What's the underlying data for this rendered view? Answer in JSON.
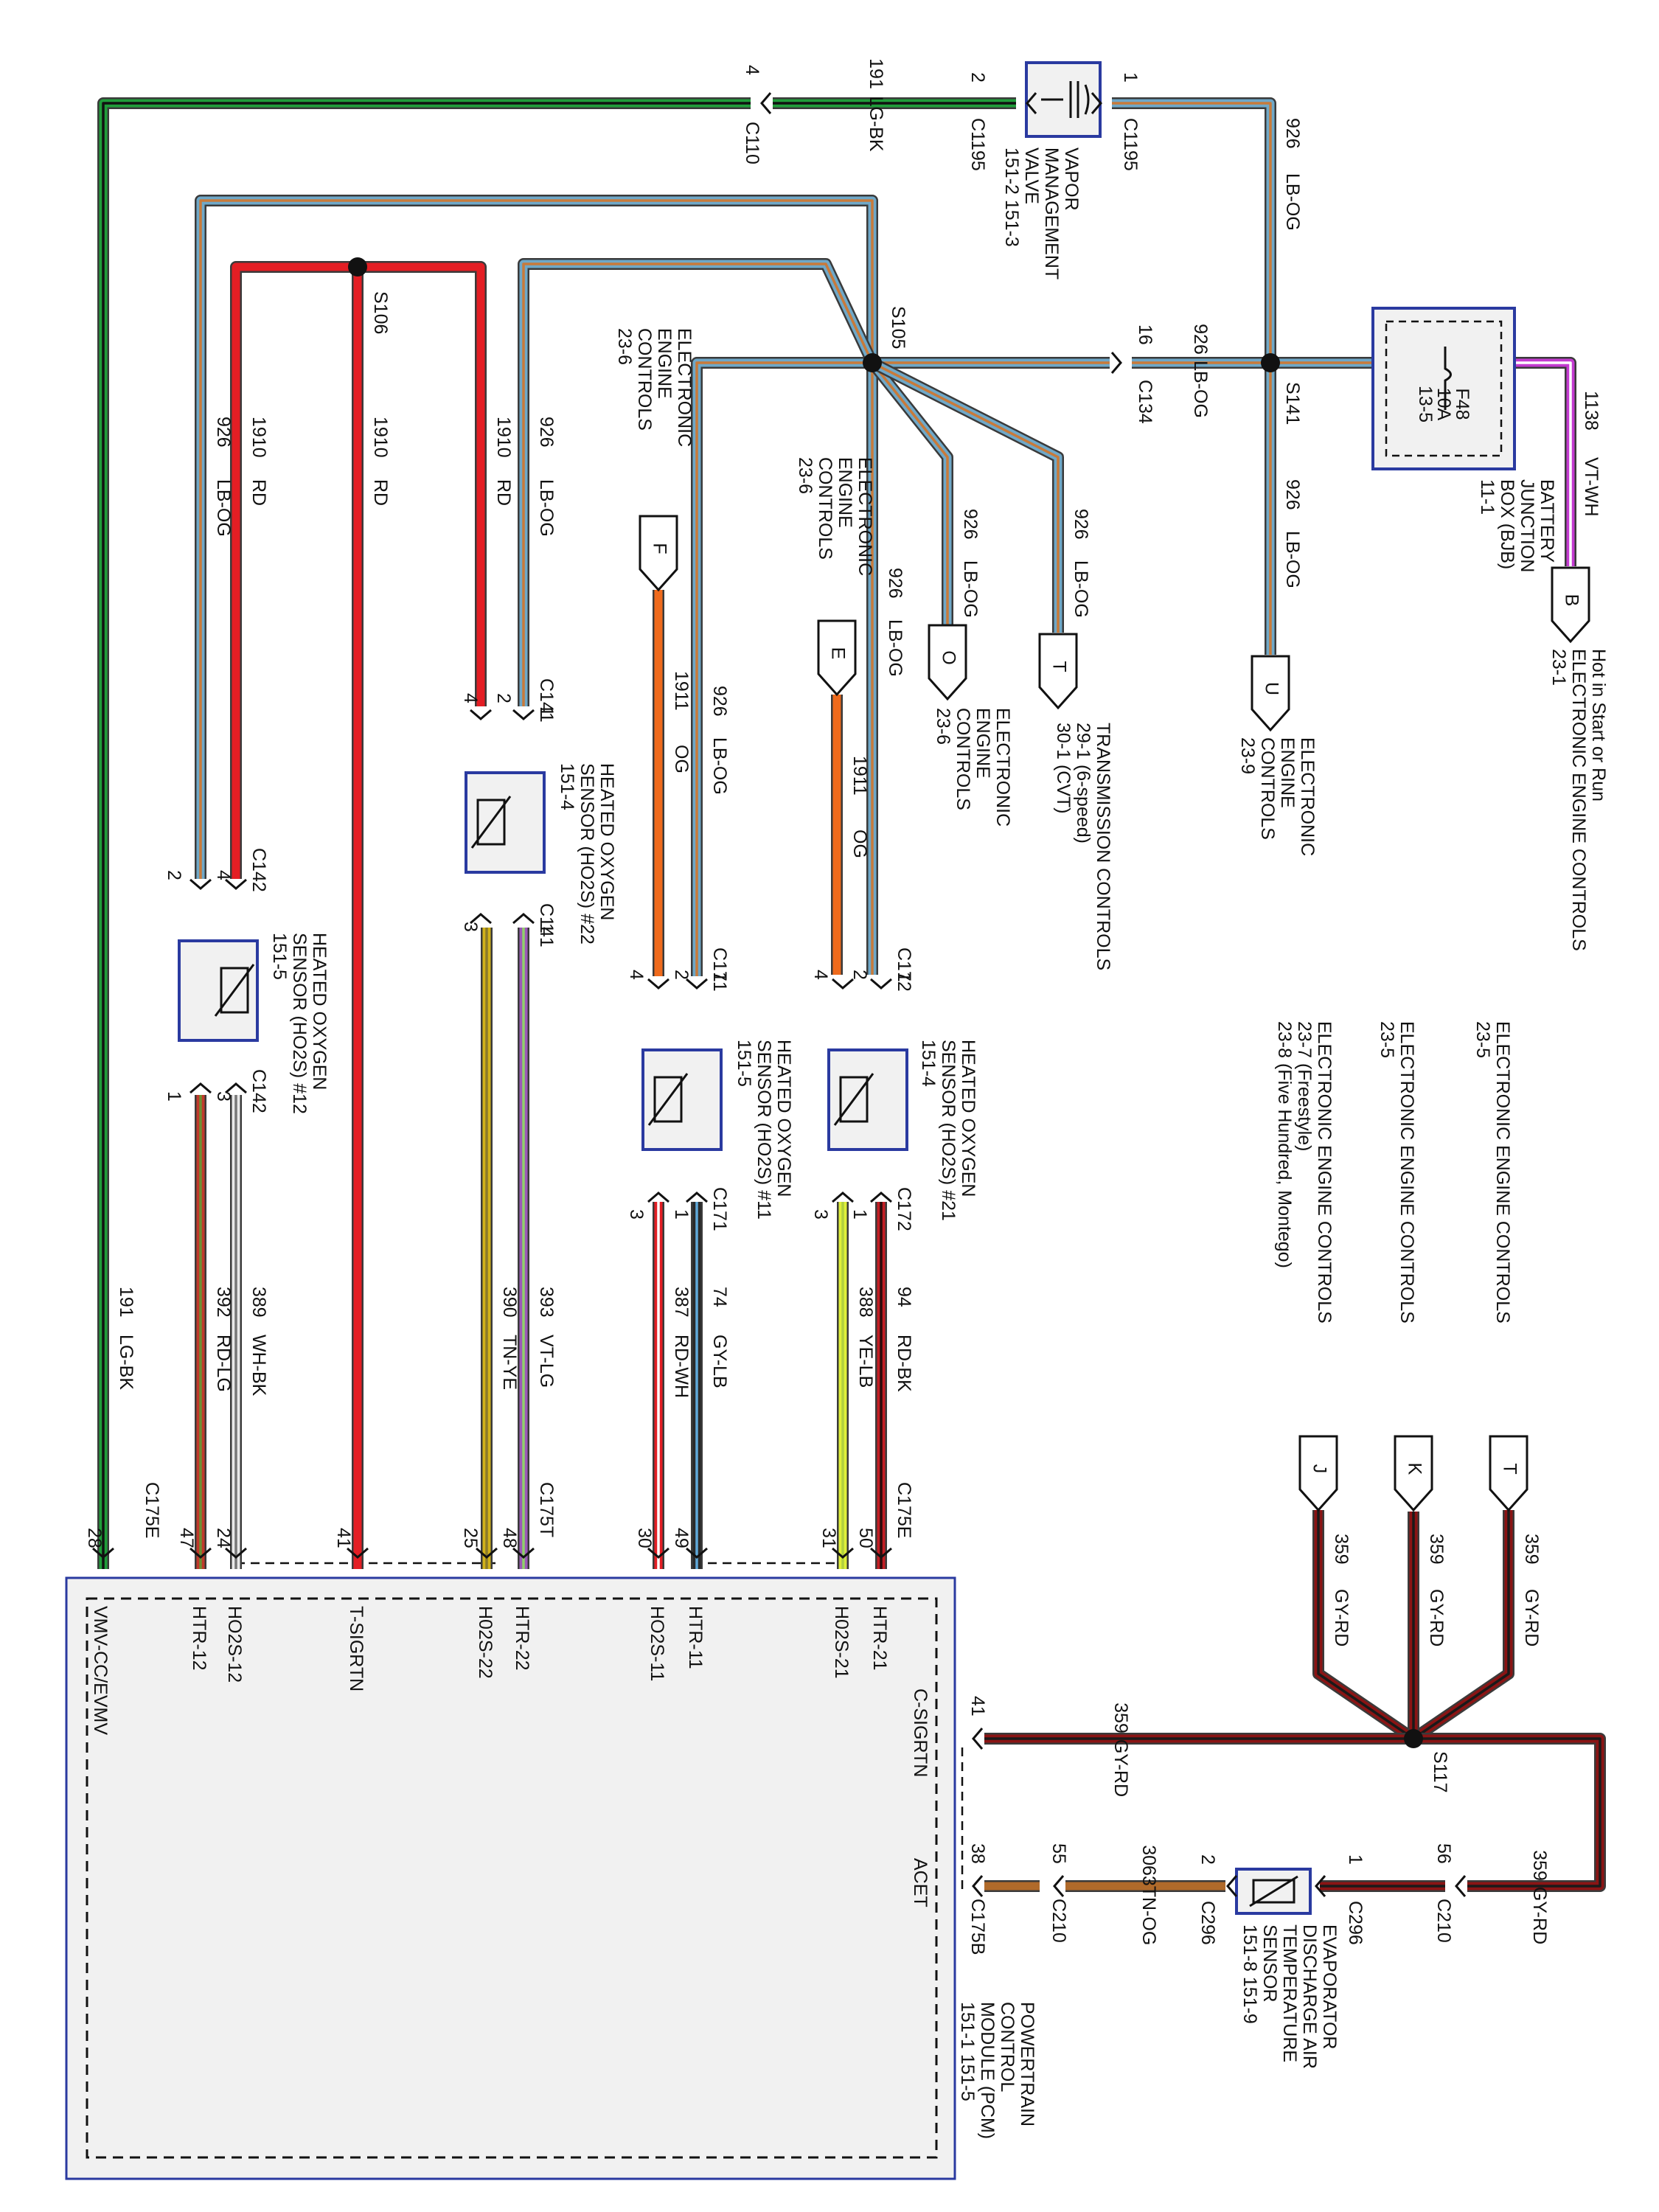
{
  "colors": {
    "LG-BK": [
      "#1f9d3a",
      "#111111"
    ],
    "LB-OG": [
      "#6fa8c8",
      "#c87a3a"
    ],
    "RD": [
      "#e31e24",
      "#e31e24"
    ],
    "OG": [
      "#ef6a1c",
      "#ef6a1c"
    ],
    "VT-WH": [
      "#c33bd0",
      "#ffffff"
    ],
    "GY-RD": [
      "#8a1414",
      "#1a1a1a"
    ],
    "TN-OG": [
      "#b06a2a",
      "#b06a2a"
    ],
    "RD-LG": [
      "#c0392b",
      "#6d8f33"
    ],
    "WH-BK": [
      "#e8e8e8",
      "#777777"
    ],
    "TN-YE": [
      "#d1b21a",
      "#8a7a2a"
    ],
    "VT-LG": [
      "#9b59b6",
      "#8fd06a"
    ],
    "RD-WH": [
      "#e31e24",
      "#ffffff"
    ],
    "GY-LB": [
      "#2a2a2a",
      "#5fa8d8"
    ],
    "YE-LB": [
      "#e0f03a",
      "#b0d040"
    ],
    "RD-BK": [
      "#c31e24",
      "#2a0a0a"
    ]
  },
  "components": {
    "vmv": {
      "l1": "VAPOR",
      "l2": "MANAGEMENT",
      "l3": "VALVE",
      "l4": "151-2  151-3"
    },
    "bjb": {
      "l1": "BATTERY",
      "l2": "JUNCTION",
      "l3": "BOX (BJB)",
      "l4": "11-1",
      "fuse1": "F48",
      "fuse2": "10A",
      "fuse3": "13-5"
    },
    "hot": {
      "l1": "Hot in Start or Run",
      "l2": "ELECTRONIC ENGINE CONTROLS",
      "l3": "23-1"
    },
    "o22": {
      "l1": "HEATED OXYGEN",
      "l2": "SENSOR (HO2S) #22",
      "l3": "151-4"
    },
    "o12": {
      "l1": "HEATED OXYGEN",
      "l2": "SENSOR (HO2S) #12",
      "l3": "151-5"
    },
    "o11": {
      "l1": "HEATED OXYGEN",
      "l2": "SENSOR (HO2S) #11",
      "l3": "151-5"
    },
    "o21": {
      "l1": "HEATED OXYGEN",
      "l2": "SENSOR (HO2S) #21",
      "l3": "151-4"
    },
    "evap": {
      "l1": "EVAPORATOR",
      "l2": "DISCHARGE AIR",
      "l3": "TEMPERATURE",
      "l4": "SENSOR",
      "l5": "151-8   151-9"
    },
    "pcm": {
      "l1": "POWERTRAIN",
      "l2": "CONTROL",
      "l3": "MODULE (PCM)",
      "l4": "151-1    151-5"
    },
    "eec_a": {
      "l1": "ELECTRONIC",
      "l2": "ENGINE",
      "l3": "CONTROLS",
      "l4": "23-6"
    },
    "eec_b": {
      "l1": "ELECTRONIC",
      "l2": "ENGINE",
      "l3": "CONTROLS",
      "l4": "23-6"
    },
    "eec_o": {
      "l1": "ELECTRONIC",
      "l2": "ENGINE",
      "l3": "CONTROLS",
      "l4": "23-6"
    },
    "tc": {
      "l1": "TRANSMISSION CONTROLS",
      "l2": "29-1      (6-speed)",
      "l3": "30-1      (CVT)"
    },
    "eec_u": {
      "l1": "ELECTRONIC",
      "l2": "ENGINE",
      "l3": "CONTROLS",
      "l4": "23-9"
    },
    "ref1": {
      "l1": "ELECTRONIC ENGINE CONTROLS",
      "l2": "23-5"
    },
    "ref2": {
      "l1": "ELECTRONIC ENGINE CONTROLS",
      "l2": "23-5"
    },
    "ref3": {
      "l1": "ELECTRONIC ENGINE CONTROLS",
      "l2": "23-7      (Freestyle)",
      "l3": "23-8      (Five Hundred, Montego)"
    }
  },
  "flags": {
    "B": "B",
    "U": "U",
    "O": "O",
    "T": "T",
    "E": "E",
    "F": "F",
    "J": "J",
    "K": "K",
    "T2": "T"
  },
  "pcm_pins": {
    "vmv": "VMV-CC/EVMV",
    "htr12": "HTR-12",
    "ho2s12": "HO2S-12",
    "tsig": "T-SIGRTN",
    "ho2s22": "H02S-22",
    "htr22": "HTR-22",
    "ho2s11": "HO2S-11",
    "htr11": "HTR-11",
    "ho2s21": "H02S-21",
    "htr21": "HTR-21",
    "csig": "C-SIGRTN",
    "acet": "ACET"
  },
  "labels": {
    "c110": "C110",
    "c110_pin": "4",
    "w191": "191",
    "c191": "LG-BK",
    "c1195": "C1195",
    "c1195_p2": "2",
    "c1195r": "C1195",
    "c1195_p1": "1",
    "top926": "926",
    "top926c": "LB-OG",
    "s105": "S105",
    "s106": "S106",
    "s141": "S141",
    "s117": "S117",
    "c134_pin": "16",
    "c134": "C134",
    "w926_134": "926",
    "c926_134": "LB-OG",
    "w1138": "1138",
    "c1138": "VT-WH",
    "w926_bu": "926",
    "c926_bu": "LB-OG",
    "w926_o": "926",
    "c926_o": "LB-OG",
    "w926_t": "926",
    "c926_t": "LB-OG",
    "w926_e": "926",
    "c926_e": "LB-OG",
    "w1911_e": "1911",
    "c1911_e": "OG",
    "w926_f": "926",
    "c926_f": "LB-OG",
    "w1911_f": "1911",
    "c1911_f": "OG",
    "w926_l": "926",
    "c926_l": "LB-OG",
    "w1910_a": "1910",
    "c1910_a": "RD",
    "w1910_b": "1910",
    "c1910_b": "RD",
    "w1910_c": "1910",
    "c1910_c": "RD",
    "w926_c": "926",
    "c926_c": "LB-OG",
    "c141t": "C141",
    "p141_4": "4",
    "p141_2": "2",
    "p141_1": "1",
    "c141b": "C141",
    "p141_3": "3",
    "p141_1b": "1",
    "c142t": "C142",
    "p142_2": "2",
    "p142_4": "4",
    "c142b": "C142",
    "p142_1": "1",
    "p142_3": "3",
    "c171t": "C171",
    "p171_4": "4",
    "p171_2": "2",
    "p171_1": "1",
    "c171b": "C171",
    "p171_3": "3",
    "p171_1b": "1",
    "c172t": "C172",
    "p172_4": "4",
    "p172_2": "2",
    "p172_1": "1",
    "c172b": "C172",
    "p172_3": "3",
    "p172_1b": "1",
    "w191b": "191",
    "c191b": "LG-BK",
    "w392": "392",
    "c392": "RD-LG",
    "w389": "389",
    "c389": "WH-BK",
    "w390": "390",
    "c390": "TN-YE",
    "w393": "393",
    "c393": "VT-LG",
    "w387": "387",
    "c387": "RD-WH",
    "w74": "74",
    "c74": "GY-LB",
    "w388": "388",
    "c388": "YE-LB",
    "w94": "94",
    "c94": "RD-BK",
    "c175e": "C175E",
    "c175t": "C175T",
    "c175e2": "C175E",
    "c175b": "C175B",
    "pin28": "28",
    "pin47": "47",
    "pin24": "24",
    "pin41": "41",
    "pin25": "25",
    "pin48": "48",
    "pin30": "30",
    "pin49": "49",
    "pin31": "31",
    "pin50": "50",
    "w359_t": "359",
    "c359_t": "GY-RD",
    "w359_k": "359",
    "c359_k": "GY-RD",
    "w359_j": "359",
    "c359_j": "GY-RD",
    "pin41c": "41",
    "w359_pcm": "359",
    "c359_pcm": "GY-RD",
    "pin38": "38",
    "c210a": "C210",
    "pin55": "55",
    "w3063": "3063",
    "c3063": "TN-OG",
    "pin2_296": "2",
    "c296a": "C296",
    "pin1_296": "1",
    "c296b": "C296",
    "pin56": "56",
    "c210b": "C210",
    "w359_r": "359",
    "c359_r": "GY-RD"
  }
}
